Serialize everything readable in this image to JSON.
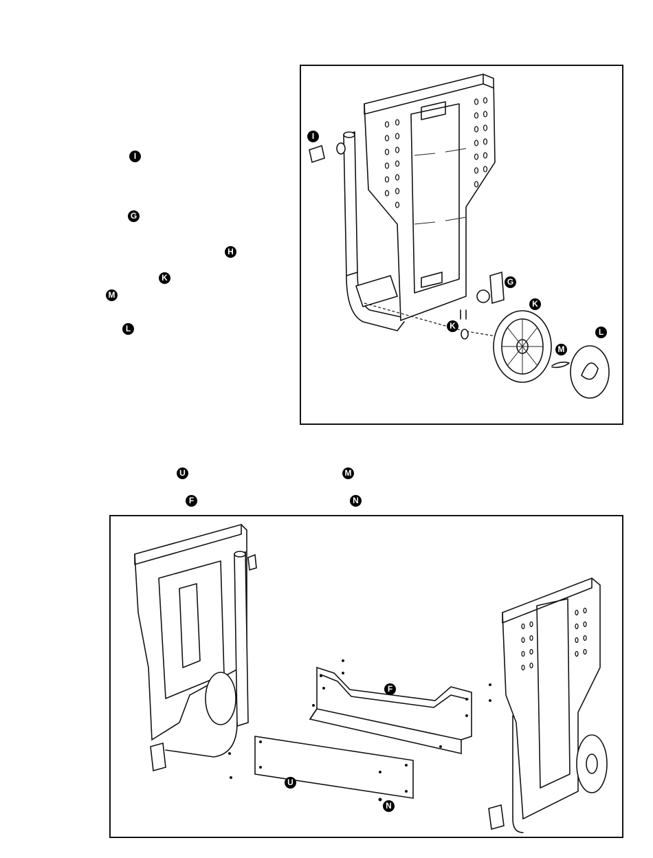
{
  "labels": {
    "I": "I",
    "G": "G",
    "H": "H",
    "K": "K",
    "M": "M",
    "L": "L",
    "U": "U",
    "F": "F",
    "N": "N"
  },
  "colors": {
    "ink": "#111111",
    "paper": "#ffffff",
    "badge_text": "#ffffff"
  }
}
